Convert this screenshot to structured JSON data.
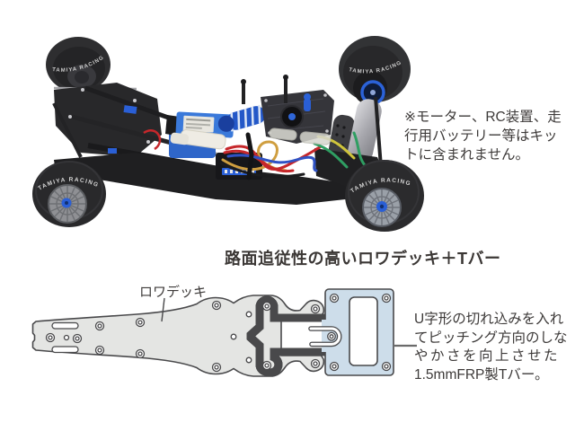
{
  "photo": {
    "tire_text": "TAMIYA RACING",
    "note": {
      "lines": [
        "※モーター、RC装置、走",
        "行用バッテリー等はキッ",
        "トに含まれません。"
      ]
    }
  },
  "diagram": {
    "title": "路面追従性の高いロワデッキ＋Tバー",
    "deck_label": "ロワデッキ",
    "tbar_note": {
      "lines": [
        "U字形の切れ込みを入れ",
        "てピッチング方向のしな",
        "やかさを向上させた",
        "1.5mmFRP製Tバー。"
      ]
    },
    "colors": {
      "deck_fill": "#e4e5e3",
      "tbar_fill": "#cdddea",
      "outline": "#49494b",
      "leader": "#6b6b6b"
    }
  }
}
